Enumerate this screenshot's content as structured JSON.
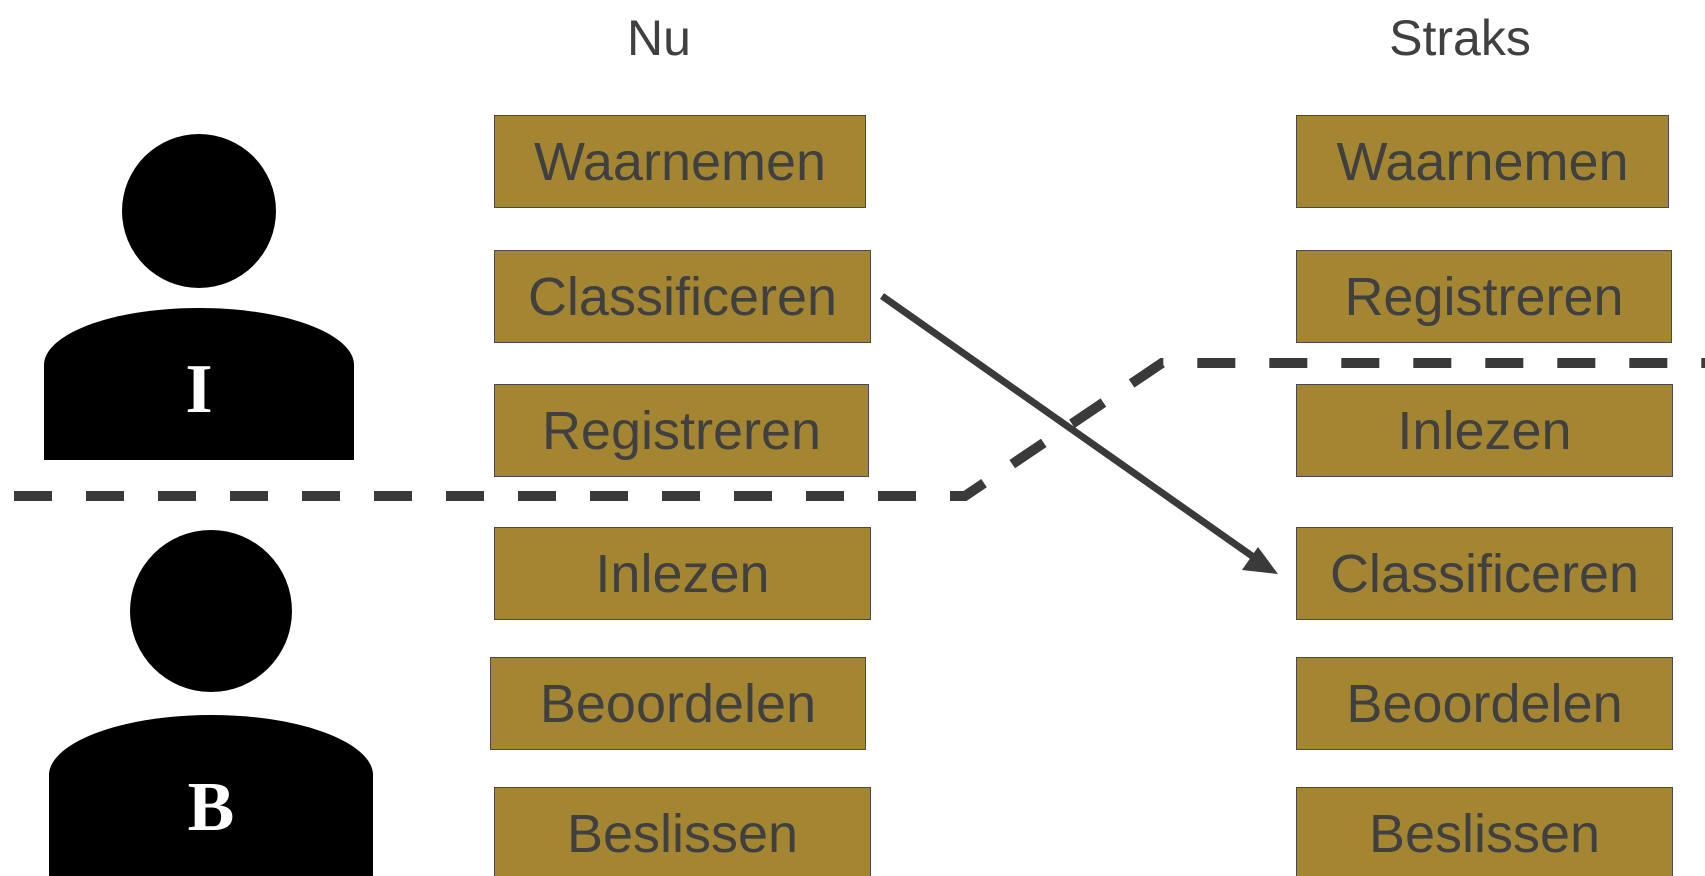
{
  "columns": {
    "now": {
      "title": "Nu",
      "steps": [
        "Waarnemen",
        "Classificeren",
        "Registreren",
        "Inlezen",
        "Beoordelen",
        "Beslissen"
      ]
    },
    "later": {
      "title": "Straks",
      "steps": [
        "Waarnemen",
        "Registreren",
        "Inlezen",
        "Classificeren",
        "Beoordelen",
        "Beslissen"
      ]
    }
  },
  "persons": {
    "top_label": "I",
    "bottom_label": "B"
  },
  "colors": {
    "box_fill": "#a48632",
    "box_border": "#4a4a4a",
    "text": "#404040",
    "line": "#3a3a3a",
    "person": "#000000"
  }
}
